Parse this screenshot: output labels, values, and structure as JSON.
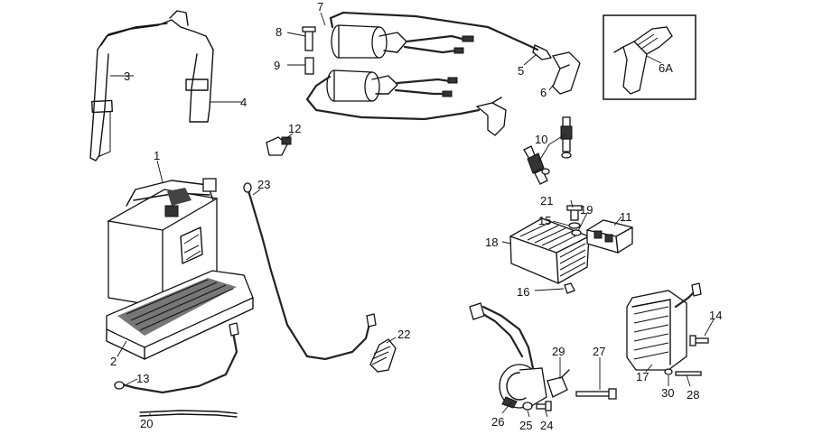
{
  "callouts": {
    "c1": "1",
    "c2": "2",
    "c3": "3",
    "c4": "4",
    "c5": "5",
    "c6": "6",
    "c6a": "6A",
    "c7": "7",
    "c8": "8",
    "c9": "9",
    "c10": "10",
    "c11": "11",
    "c12": "12",
    "c13": "13",
    "c14": "14",
    "c15": "15",
    "c16": "16",
    "c17": "17",
    "c18": "18",
    "c19": "19",
    "c20": "20",
    "c21": "21",
    "c22": "22",
    "c23": "23",
    "c24": "24",
    "c25": "25",
    "c26": "26",
    "c27": "27",
    "c28": "28",
    "c29": "29",
    "c30": "30"
  },
  "colors": {
    "line": "#111111",
    "background": "#ffffff"
  }
}
